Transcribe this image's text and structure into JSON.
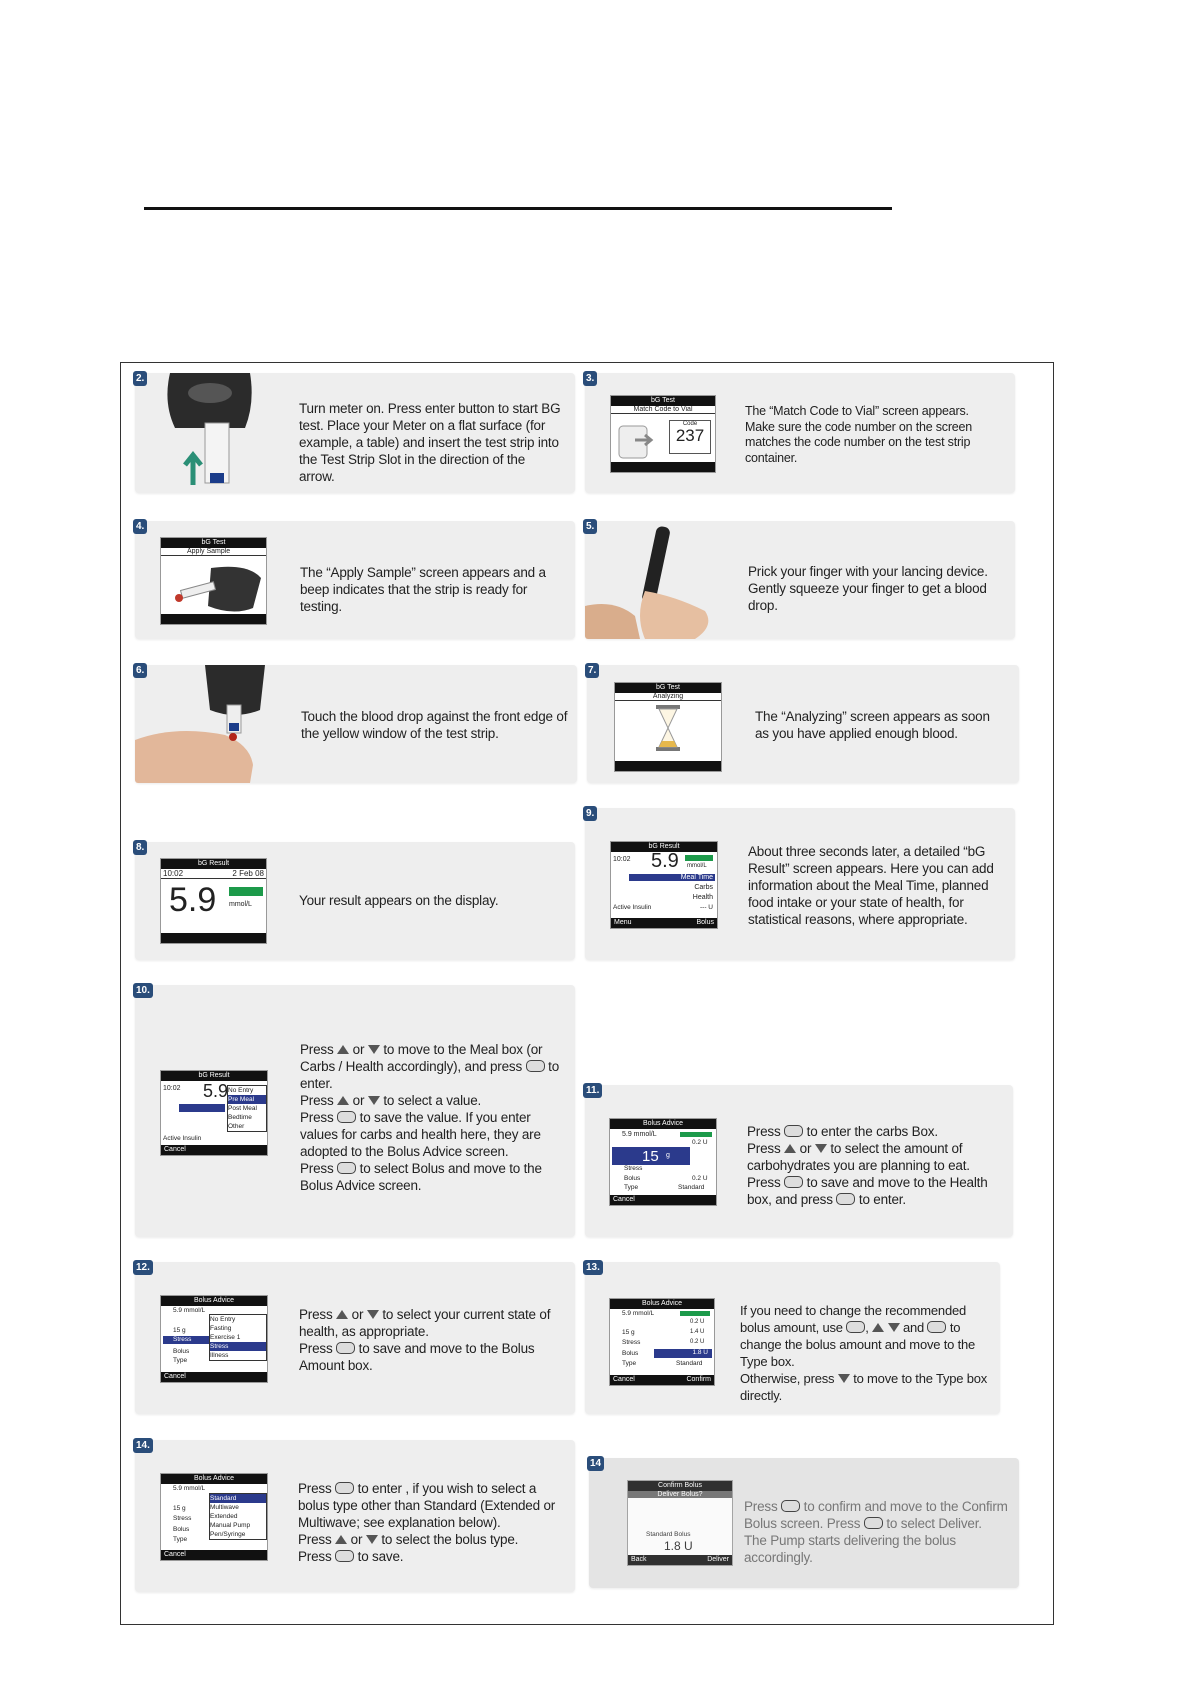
{
  "steps": {
    "s2": {
      "num": "2.",
      "text": "Turn meter on. Press enter button to start BG test. Place your Meter on a flat surface (for example, a table) and insert the test strip into the Test Strip Slot in the direction of the arrow."
    },
    "s3": {
      "num": "3.",
      "text": "The “Match Code to Vial” screen appears. Make sure the code number on the screen matches the code number on the test strip container.",
      "screen": {
        "header": "bG Test",
        "title": "Match Code to Vial",
        "code_label": "Code",
        "code": "237"
      }
    },
    "s4": {
      "num": "4.",
      "text": "The “Apply Sample” screen appears and a beep indicates that the strip is ready for testing.",
      "screen": {
        "header": "bG Test",
        "title": "Apply Sample"
      }
    },
    "s5": {
      "num": "5.",
      "text": "Prick your finger with your lancing device. Gently squeeze your finger to get a blood drop."
    },
    "s6": {
      "num": "6.",
      "text": "Touch the blood drop against the front edge of the yellow window of the test strip."
    },
    "s7": {
      "num": "7.",
      "text": "The “Analyzing” screen appears as soon as you have applied enough blood.",
      "screen": {
        "header": "bG Test",
        "title": "Analyzing"
      }
    },
    "s8": {
      "num": "8.",
      "text": "Your result appears on the display.",
      "screen": {
        "header": "bG Result",
        "time": "10:02",
        "date": "2 Feb 08",
        "value": "5.9",
        "unit": "mmol/L"
      }
    },
    "s9": {
      "num": "9.",
      "text": "About three seconds later, a detailed “bG Result” screen appears. Here you can add information about the Meal Time, planned food intake or your state of health, for statistical reasons, where appropriate.",
      "screen": {
        "header": "bG Result",
        "time": "10:02",
        "value": "5.9",
        "unit": "mmol/L",
        "row1": "Meal Time",
        "row2": "Carbs",
        "row3": "Health",
        "row4": "Active Insulin",
        "row4_val": "--- U",
        "foot_left": "Menu",
        "foot_right": "Bolus"
      }
    },
    "s10": {
      "num": "10.",
      "line1": "Press",
      "line1b": "or",
      "line1c": "to move to the Meal box (or Carbs / Health accordingly), and press",
      "line1d": "to enter.",
      "line2": "Press",
      "line2b": "or",
      "line2c": "to select a value.",
      "line3": "Press",
      "line3b": "to save the value. If you enter values for carbs and health here, they are adopted to the Bolus Advice screen.",
      "line4": "Press",
      "line4b": "to select Bolus and move to the Bolus Advice screen.",
      "screen": {
        "header": "bG Result",
        "time": "10:02",
        "value": "5.9",
        "menu": [
          "No Entry",
          "Pre Meal",
          "Post Meal",
          "Bedtime",
          "Other"
        ],
        "active": "Active Insulin",
        "foot_left": "Cancel"
      }
    },
    "s11": {
      "num": "11.",
      "line1": "Press",
      "line1b": "to enter the carbs Box.",
      "line2": "Press",
      "line2b": "or",
      "line2c": "to select the amount of carbohydrates you are planning to eat.",
      "line3": "Press",
      "line3b": "to save and move to the Health box, and press",
      "line3c": "to enter.",
      "screen": {
        "header": "Bolus Advice",
        "bg": "5.9 mmol/L",
        "u1": "0.2 U",
        "carbs": "15",
        "carbs_unit": "g",
        "stress": "Stress",
        "u2": "0.2 U",
        "bolus": "Bolus",
        "type": "Type",
        "standard": "Standard",
        "foot_left": "Cancel"
      }
    },
    "s12": {
      "num": "12.",
      "line1": "Press",
      "line1b": "or",
      "line1c": "to select your current state of health, as appropriate.",
      "line2": "Press",
      "line2b": "to save and move to the Bolus Amount box.",
      "screen": {
        "header": "Bolus Advice",
        "bg": "5.9 mmol/L",
        "carbs": "15 g",
        "stress": "Stress",
        "bolus": "Bolus",
        "type": "Type",
        "menu": [
          "No Entry",
          "Fasting",
          "Exercise 1",
          "Stress",
          "Illness"
        ],
        "foot_left": "Cancel"
      }
    },
    "s13": {
      "num": "13.",
      "line1": "If you need to change the recommended bolus amount, use",
      "line1b": "and",
      "line1c": "to change the bolus amount and move to the Type box.",
      "line2": "Otherwise, press",
      "line2b": "to move to the Type box directly.",
      "screen": {
        "header": "Bolus Advice",
        "bg": "5.9 mmol/L",
        "u1": "0.2 U",
        "carbs": "15 g",
        "u2": "1.4 U",
        "stress": "Stress",
        "u3": "0.2 U",
        "bolus": "Bolus",
        "bolus_val": "1.8 U",
        "type": "Type",
        "standard": "Standard",
        "foot_left": "Cancel",
        "foot_right": "Confirm"
      }
    },
    "s14a": {
      "num": "14.",
      "line1": "Press",
      "line1b": "to enter , if you wish to select a bolus type other than Standard (Extended or Multiwave; see explanation below).",
      "line2": "Press",
      "line2b": "or",
      "line2c": "to select the bolus type.",
      "line3": "Press",
      "line3b": "to save.",
      "screen": {
        "header": "Bolus Advice",
        "bg": "5.9 mmol/L",
        "carbs": "15 g",
        "stress": "Stress",
        "bolus": "Bolus",
        "type": "Type",
        "menu": [
          "Standard",
          "Multiwave",
          "Extended",
          "Manual Pump",
          "Pen/Syringe"
        ],
        "foot_left": "Cancel"
      }
    },
    "s14b": {
      "num": "14",
      "line1": "Press",
      "line1b": "to confirm and move to the Confirm Bolus screen. Press",
      "line1c": "to select Deliver.",
      "line2": "The Pump starts delivering the bolus accordingly.",
      "screen": {
        "header": "Confirm Bolus",
        "title": "Deliver Bolus?",
        "label": "Standard Bolus",
        "value": "1.8 U",
        "foot_left": "Back",
        "foot_right": "Deliver"
      }
    }
  }
}
